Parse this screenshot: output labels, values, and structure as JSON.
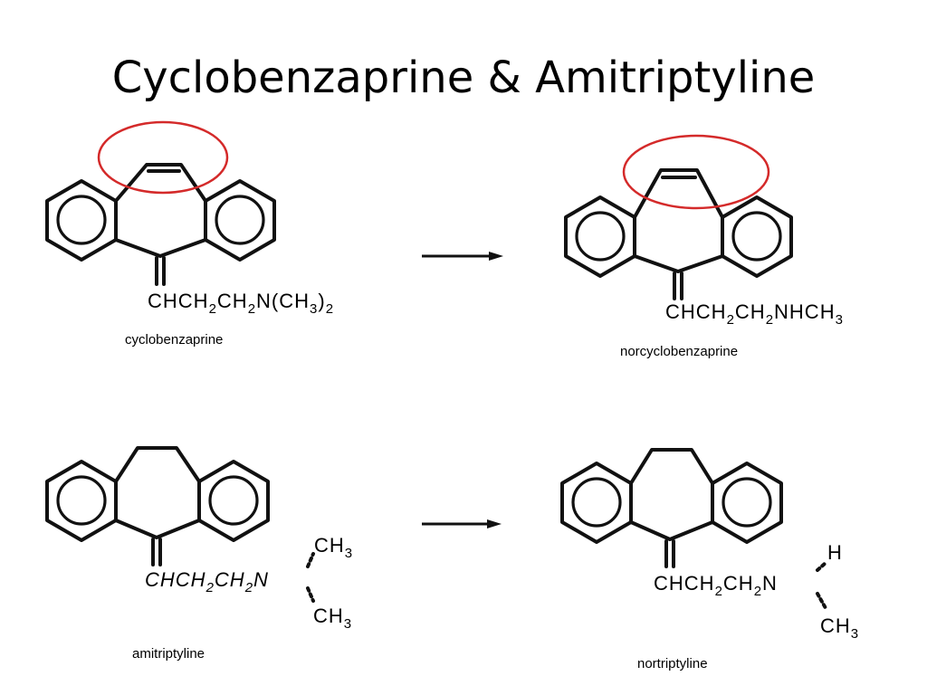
{
  "slide": {
    "title": "Cyclobenzaprine & Amitriptyline"
  },
  "colors": {
    "highlight": "#d42a2a",
    "structure": "#111111"
  },
  "compounds": [
    {
      "name": "cyclobenzaprine",
      "formula": {
        "p1": "CHCH",
        "s1": "2",
        "p2": "CH",
        "s2": "2",
        "p3": "N(CH",
        "s3": "3",
        "p4": ")",
        "s4": "2"
      },
      "highlighted": true
    },
    {
      "name": "norcyclobenzaprine",
      "formula": {
        "p1": "CHCH",
        "s1": "2",
        "p2": "CH",
        "s2": "2",
        "p3": "NHCH",
        "s3": "3"
      },
      "highlighted": true
    },
    {
      "name": "amitriptyline",
      "formula": {
        "p1": "CHCH",
        "s1": "2",
        "p2": "CH",
        "s2": "2",
        "p3": "N"
      },
      "n_top": "CH",
      "n_top_sub": "3",
      "n_bottom": "CH",
      "n_bottom_sub": "3",
      "highlighted": false
    },
    {
      "name": "nortriptyline",
      "formula": {
        "p1": "CHCH",
        "s1": "2",
        "p2": "CH",
        "s2": "2",
        "p3": "N"
      },
      "n_top": "H",
      "n_bottom": "CH",
      "n_bottom_sub": "3",
      "highlighted": false
    }
  ]
}
